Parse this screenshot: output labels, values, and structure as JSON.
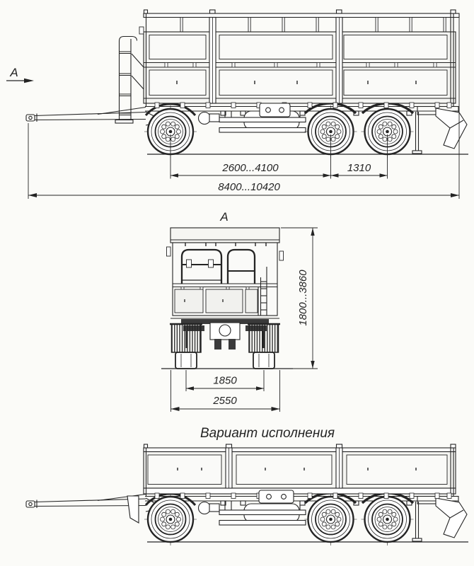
{
  "colors": {
    "paper": "#fbfbf8",
    "ink": "#242424",
    "panel": "#f5f5f2"
  },
  "side_view": {
    "view_arrow_label": "А",
    "dim_front_axle_to_bogie": "2600...4100",
    "dim_bogie_axles": "1310",
    "dim_overall_length": "8400...10420"
  },
  "front_view": {
    "view_label": "А",
    "dim_overall_height": "1800...3860",
    "dim_wheel_track": "1850",
    "dim_overall_width": "2550"
  },
  "variant_view": {
    "caption": "Вариант исполнения"
  }
}
